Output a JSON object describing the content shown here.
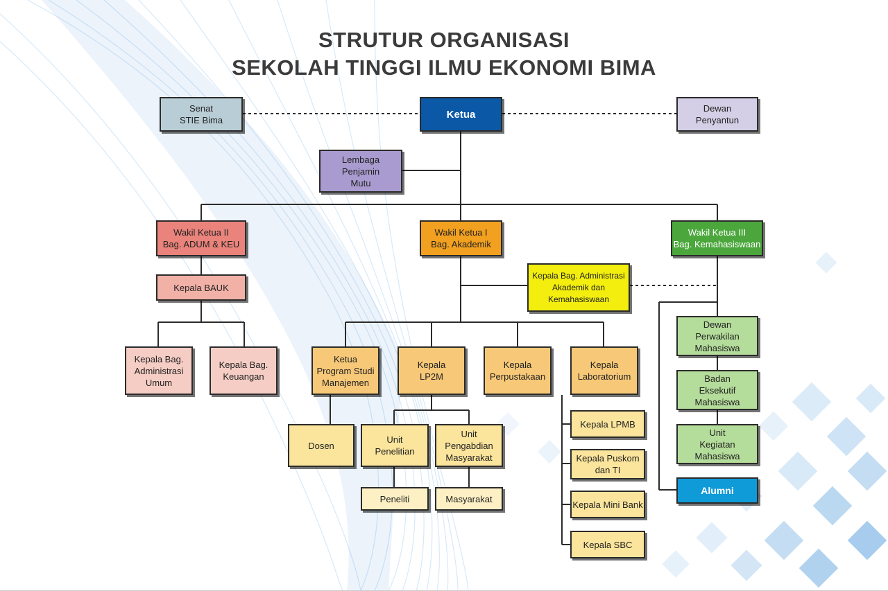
{
  "title": {
    "line1": "STRUTUR ORGANISASI",
    "line2": "SEKOLAH TINGGI ILMU EKONOMI BIMA"
  },
  "colors": {
    "ketua": "#0a58a6",
    "senat": "#b9cdd6",
    "dewan_penyantun": "#d4cfe6",
    "lpm": "#a99bcf",
    "wakil_ii": "#e9837b",
    "kepala_bauk": "#f2b1a7",
    "bauk_sub": "#f5cdc4",
    "wakil_i": "#f2a01f",
    "akademik_node": "#f7c877",
    "akademik_sub": "#fbe49c",
    "akademik_leaf": "#fdf0c4",
    "kepala_bag_admin": "#f3ee0e",
    "wakil_iii": "#4ba73c",
    "kemahasiswaan_node": "#b4dc9a",
    "alumni": "#0f9ad8",
    "line": "#2b2b2b"
  },
  "nodes": {
    "senat": "Senat\nSTIE Bima",
    "ketua": "Ketua",
    "dewan_penyantun": "Dewan\nPenyantun",
    "lembaga_penjamin_mutu": "Lembaga\nPenjamin\nMutu",
    "wakil_ketua_ii": "Wakil Ketua II\nBag. ADUM & KEU",
    "wakil_ketua_i": "Wakil Ketua I\nBag. Akademik",
    "wakil_ketua_iii": "Wakil Ketua III\nBag. Kemahasiswaan",
    "kepala_bauk": "Kepala BAUK",
    "kepala_bag_admin_akademik": "Kepala Bag. Administrasi\nAkademik dan\nKemahasiswaan",
    "kepala_bag_administrasi_umum": "Kepala Bag.\nAdministrasi\nUmum",
    "kepala_bag_keuangan": "Kepala Bag.\nKeuangan",
    "ketua_program_studi": "Ketua\nProgram Studi\nManajemen",
    "kepala_lp2m": "Kepala\nLP2M",
    "kepala_perpustakaan": "Kepala\nPerpustakaan",
    "kepala_laboratorium": "Kepala\nLaboratorium",
    "dosen": "Dosen",
    "unit_penelitian": "Unit\nPenelitian",
    "unit_pengabdian": "Unit\nPengabdian\nMasyarakat",
    "peneliti": "Peneliti",
    "masyarakat": "Masyarakat",
    "kepala_lpmb": "Kepala LPMB",
    "kepala_puskom": "Kepala Puskom\ndan TI",
    "kepala_mini_bank": "Kepala Mini Bank",
    "kepala_sbc": "Kepala SBC",
    "dewan_perwakilan_mahasiswa": "Dewan\nPerwakilan\nMahasiswa",
    "badan_eksekutif_mahasiswa": "Badan\nEksekutif\nMahasiswa",
    "unit_kegiatan_mahasiswa": "Unit\nKegiatan\nMahasiswa",
    "alumni": "Alumni"
  }
}
